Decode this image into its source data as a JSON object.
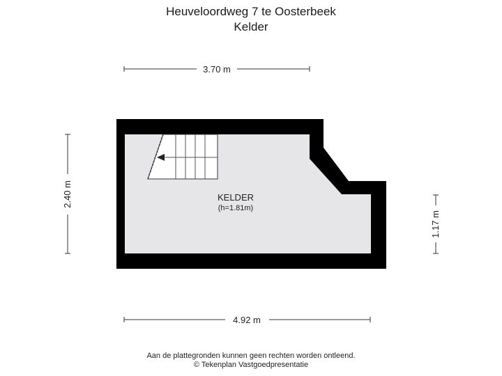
{
  "header": {
    "address": "Heuveloordweg 7 te Oosterbeek",
    "floor": "Kelder"
  },
  "room": {
    "name": "KELDER",
    "height_note": "(h=1.81m)"
  },
  "dimensions": {
    "top": "3.70 m",
    "bottom": "4.92 m",
    "left": "2.40 m",
    "right": "1.17 m"
  },
  "footer": {
    "disclaimer": "Aan de plattegronden kunnen geen rechten worden ontleend.",
    "credit": "© Tekenplan Vastgoedpresentatie"
  },
  "colors": {
    "wall": "#000000",
    "floor": "#e6e6e8",
    "dimension_line": "#333333"
  }
}
